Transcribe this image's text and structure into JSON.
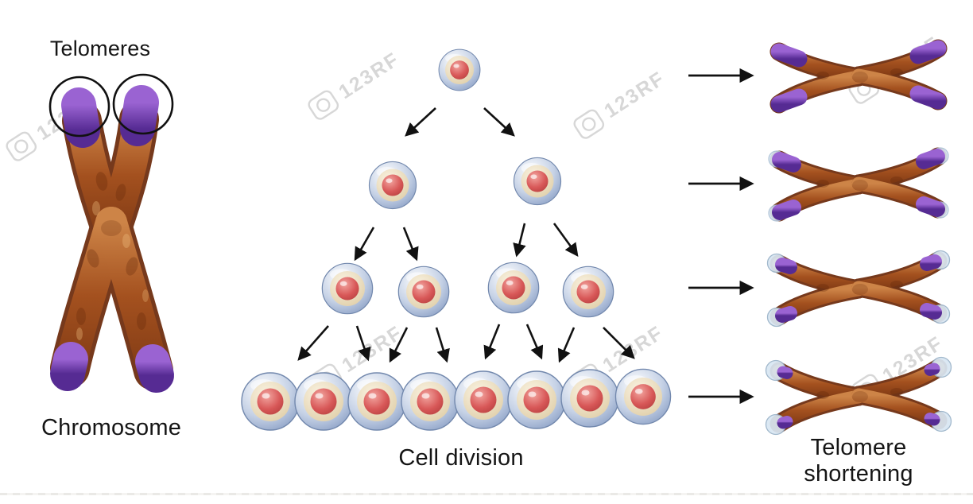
{
  "diagram": {
    "subject": "telomere-shortening-during-cell-division",
    "labels": {
      "telomeres": "Telomeres",
      "chromosome": "Chromosome",
      "cell_division": "Cell division",
      "telomere_shortening": "Telomere shortening"
    },
    "watermark": {
      "text": "123RF"
    },
    "colors": {
      "chromosome_body": "#a4511f",
      "chromosome_edge": "#6f2f10",
      "telomere_tip": "#6a34a8",
      "telomere_worn_cap": "#d9e7f3",
      "cell_membrane": "#8298c0",
      "cell_cytoplasm_ring": "#efe3c4",
      "nucleus": "#d25555",
      "arrow": "#111111",
      "annotation_circle": "#111111",
      "watermark": "#d7d7d7"
    },
    "cell_division": {
      "generations": [
        1,
        2,
        4,
        8
      ]
    },
    "telomere_shortening": {
      "stages": 4,
      "tip_lengths_relative": [
        1.0,
        0.7,
        0.45,
        0.2
      ]
    }
  }
}
